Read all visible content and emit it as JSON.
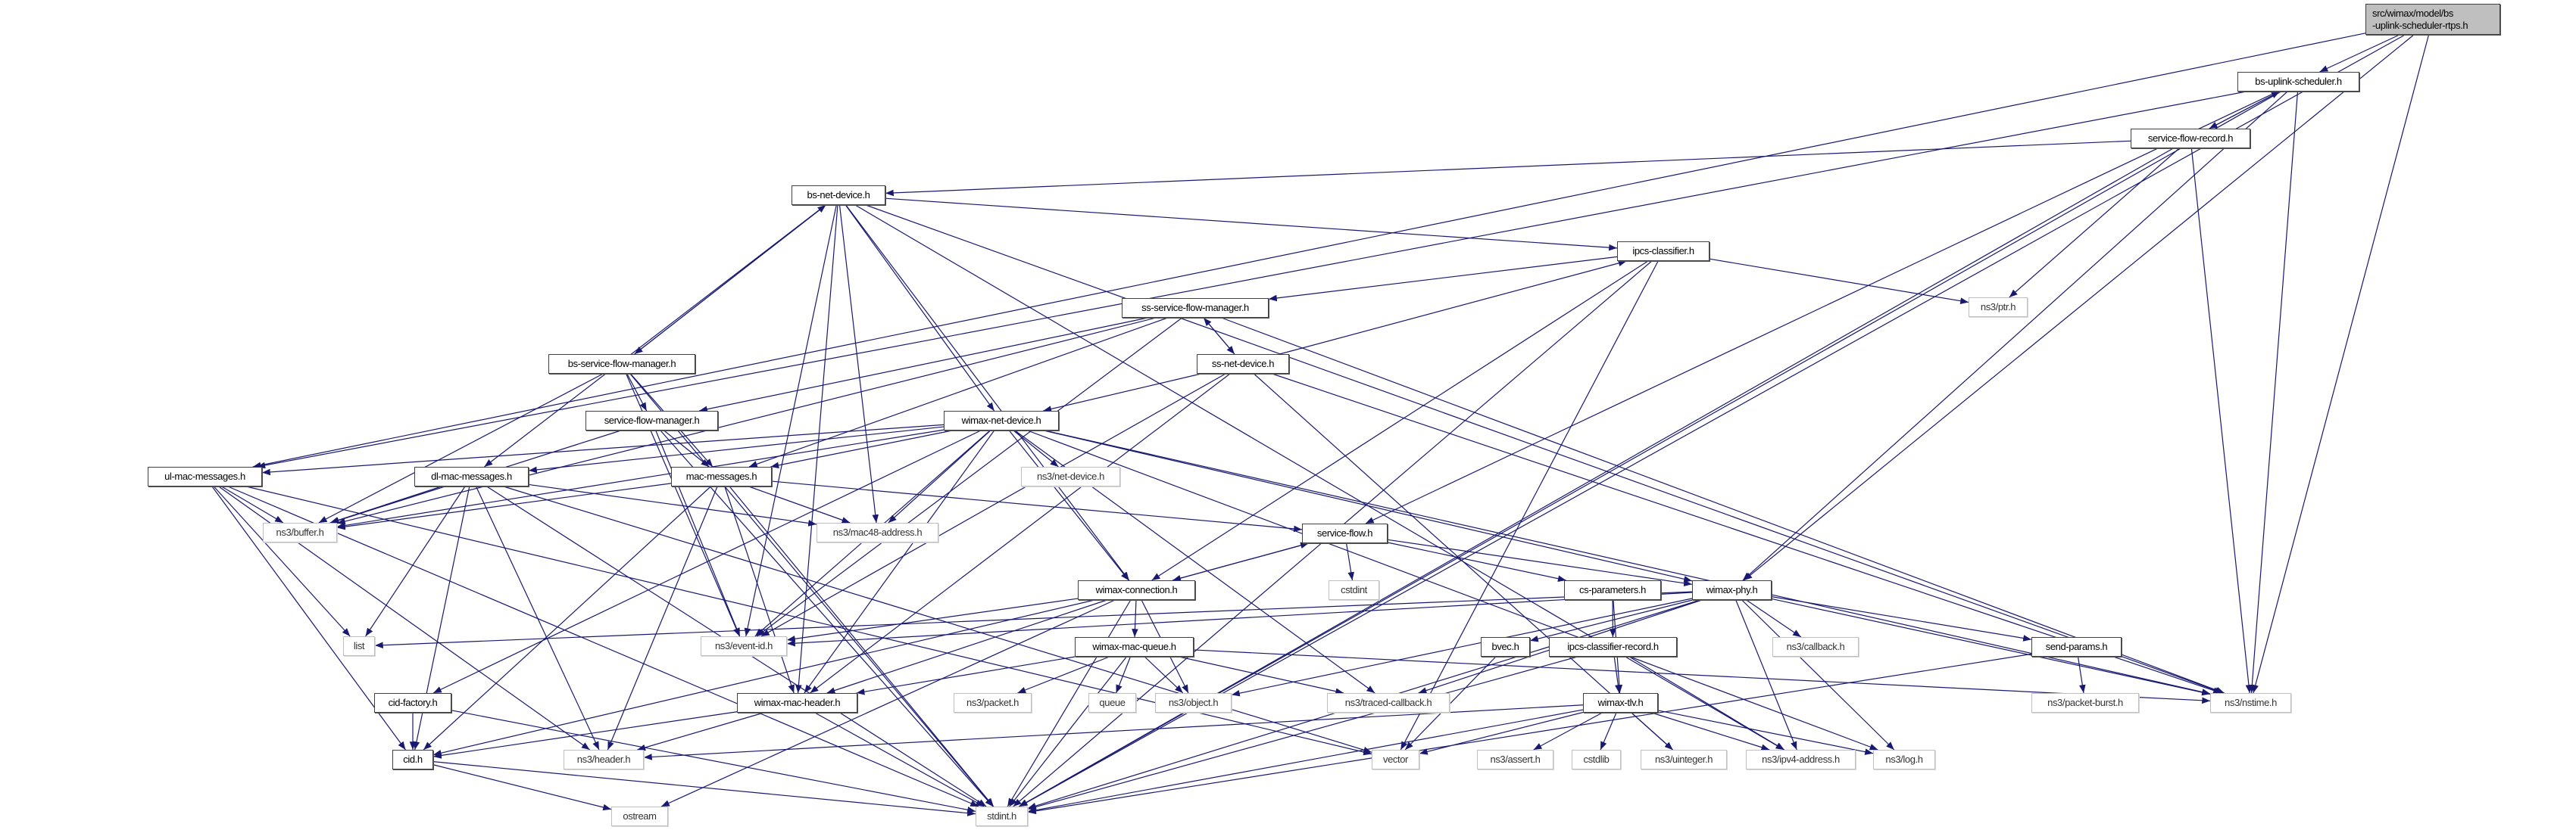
{
  "colors": {
    "edge": "#191970",
    "root_fill": "#bfbfbf",
    "external_border": "#bfbfbf",
    "internal_border": "#404040"
  },
  "root": "src/wimax/model/bs\n-uplink-scheduler-rtps.h",
  "nodes": {
    "root": {
      "label": "src/wimax/model/bs\n-uplink-scheduler-rtps.h",
      "kind": "root"
    },
    "bs_uplink_scheduler": {
      "label": "bs-uplink-scheduler.h",
      "kind": "internal"
    },
    "service_flow_record": {
      "label": "service-flow-record.h",
      "kind": "internal"
    },
    "bs_net_device": {
      "label": "bs-net-device.h",
      "kind": "internal"
    },
    "ipcs_classifier": {
      "label": "ipcs-classifier.h",
      "kind": "internal"
    },
    "ns3_ptr": {
      "label": "ns3/ptr.h",
      "kind": "external"
    },
    "ss_service_flow_manager": {
      "label": "ss-service-flow-manager.h",
      "kind": "internal"
    },
    "bs_service_flow_manager": {
      "label": "bs-service-flow-manager.h",
      "kind": "internal"
    },
    "ss_net_device": {
      "label": "ss-net-device.h",
      "kind": "internal"
    },
    "service_flow_manager": {
      "label": "service-flow-manager.h",
      "kind": "internal"
    },
    "wimax_net_device": {
      "label": "wimax-net-device.h",
      "kind": "internal"
    },
    "ul_mac_messages": {
      "label": "ul-mac-messages.h",
      "kind": "internal"
    },
    "dl_mac_messages": {
      "label": "dl-mac-messages.h",
      "kind": "internal"
    },
    "mac_messages": {
      "label": "mac-messages.h",
      "kind": "internal"
    },
    "ns3_net_device": {
      "label": "ns3/net-device.h",
      "kind": "external"
    },
    "ns3_buffer": {
      "label": "ns3/buffer.h",
      "kind": "external"
    },
    "ns3_mac48_address": {
      "label": "ns3/mac48-address.h",
      "kind": "external"
    },
    "service_flow": {
      "label": "service-flow.h",
      "kind": "internal"
    },
    "cstdint": {
      "label": "cstdint",
      "kind": "external"
    },
    "wimax_connection": {
      "label": "wimax-connection.h",
      "kind": "internal"
    },
    "cs_parameters": {
      "label": "cs-parameters.h",
      "kind": "internal"
    },
    "wimax_phy": {
      "label": "wimax-phy.h",
      "kind": "internal"
    },
    "list": {
      "label": "list",
      "kind": "external"
    },
    "ns3_event_id": {
      "label": "ns3/event-id.h",
      "kind": "external"
    },
    "bvec": {
      "label": "bvec.h",
      "kind": "internal"
    },
    "ipcs_classifier_record": {
      "label": "ipcs-classifier-record.h",
      "kind": "internal"
    },
    "ns3_callback": {
      "label": "ns3/callback.h",
      "kind": "external"
    },
    "send_params": {
      "label": "send-params.h",
      "kind": "internal"
    },
    "wimax_mac_queue": {
      "label": "wimax-mac-queue.h",
      "kind": "internal"
    },
    "cid_factory": {
      "label": "cid-factory.h",
      "kind": "internal"
    },
    "wimax_mac_header": {
      "label": "wimax-mac-header.h",
      "kind": "internal"
    },
    "ns3_packet": {
      "label": "ns3/packet.h",
      "kind": "external"
    },
    "queue": {
      "label": "queue",
      "kind": "external"
    },
    "ns3_object": {
      "label": "ns3/object.h",
      "kind": "external"
    },
    "ns3_traced_callback": {
      "label": "ns3/traced-callback.h",
      "kind": "external"
    },
    "ns3_packet_burst": {
      "label": "ns3/packet-burst.h",
      "kind": "external"
    },
    "ns3_nstime": {
      "label": "ns3/nstime.h",
      "kind": "external"
    },
    "wimax_tlv": {
      "label": "wimax-tlv.h",
      "kind": "internal"
    },
    "cid": {
      "label": "cid.h",
      "kind": "internal"
    },
    "ns3_header": {
      "label": "ns3/header.h",
      "kind": "external"
    },
    "vector": {
      "label": "vector",
      "kind": "external"
    },
    "ns3_assert": {
      "label": "ns3/assert.h",
      "kind": "external"
    },
    "cstdlib": {
      "label": "cstdlib",
      "kind": "external"
    },
    "ns3_uinteger": {
      "label": "ns3/uinteger.h",
      "kind": "external"
    },
    "ns3_ipv4_address": {
      "label": "ns3/ipv4-address.h",
      "kind": "external"
    },
    "ns3_log": {
      "label": "ns3/log.h",
      "kind": "external"
    },
    "ostream": {
      "label": "ostream",
      "kind": "external"
    },
    "stdint": {
      "label": "stdint.h",
      "kind": "external"
    }
  },
  "edges": [
    [
      "root",
      "bs_uplink_scheduler"
    ],
    [
      "root",
      "ul_mac_messages"
    ],
    [
      "root",
      "wimax_phy"
    ],
    [
      "root",
      "ns3_nstime"
    ],
    [
      "root",
      "stdint"
    ],
    [
      "bs_uplink_scheduler",
      "service_flow_record"
    ],
    [
      "bs_uplink_scheduler",
      "ul_mac_messages"
    ],
    [
      "bs_uplink_scheduler",
      "wimax_phy"
    ],
    [
      "bs_uplink_scheduler",
      "service_flow"
    ],
    [
      "bs_uplink_scheduler",
      "ns3_nstime"
    ],
    [
      "bs_uplink_scheduler",
      "stdint"
    ],
    [
      "service_flow_record",
      "bs_uplink_scheduler"
    ],
    [
      "service_flow_record",
      "bs_net_device"
    ],
    [
      "service_flow_record",
      "ns3_ptr"
    ],
    [
      "service_flow_record",
      "ns3_nstime"
    ],
    [
      "service_flow_record",
      "stdint"
    ],
    [
      "bs_net_device",
      "bs_service_flow_manager"
    ],
    [
      "bs_net_device",
      "ipcs_classifier"
    ],
    [
      "bs_net_device",
      "wimax_net_device"
    ],
    [
      "bs_net_device",
      "dl_mac_messages"
    ],
    [
      "bs_net_device",
      "ns3_mac48_address"
    ],
    [
      "bs_net_device",
      "ns3_event_id"
    ],
    [
      "bs_net_device",
      "wimax_connection"
    ],
    [
      "bs_net_device",
      "wimax_mac_header"
    ],
    [
      "bs_net_device",
      "ns3_nstime"
    ],
    [
      "bs_net_device",
      "ns3_ipv4_address"
    ],
    [
      "ipcs_classifier",
      "ss_service_flow_manager"
    ],
    [
      "ipcs_classifier",
      "ns3_ptr"
    ],
    [
      "ipcs_classifier",
      "wimax_connection"
    ],
    [
      "ipcs_classifier",
      "vector"
    ],
    [
      "ipcs_classifier",
      "stdint"
    ],
    [
      "ss_service_flow_manager",
      "ss_net_device"
    ],
    [
      "ss_service_flow_manager",
      "service_flow_manager"
    ],
    [
      "ss_service_flow_manager",
      "mac_messages"
    ],
    [
      "ss_service_flow_manager",
      "ns3_buffer"
    ],
    [
      "ss_service_flow_manager",
      "ns3_event_id"
    ],
    [
      "ss_service_flow_manager",
      "ns3_nstime"
    ],
    [
      "ss_net_device",
      "ss_service_flow_manager"
    ],
    [
      "ss_net_device",
      "ipcs_classifier"
    ],
    [
      "ss_net_device",
      "wimax_net_device"
    ],
    [
      "ss_net_device",
      "ns3_event_id"
    ],
    [
      "ss_net_device",
      "wimax_mac_header"
    ],
    [
      "ss_net_device",
      "ns3_nstime"
    ],
    [
      "ss_net_device",
      "ns3_uinteger"
    ],
    [
      "bs_service_flow_manager",
      "bs_net_device"
    ],
    [
      "bs_service_flow_manager",
      "service_flow_manager"
    ],
    [
      "bs_service_flow_manager",
      "mac_messages"
    ],
    [
      "bs_service_flow_manager",
      "ns3_buffer"
    ],
    [
      "bs_service_flow_manager",
      "ns3_event_id"
    ],
    [
      "bs_service_flow_manager",
      "stdint"
    ],
    [
      "service_flow_manager",
      "mac_messages"
    ],
    [
      "service_flow_manager",
      "ns3_buffer"
    ],
    [
      "service_flow_manager",
      "ns3_event_id"
    ],
    [
      "service_flow_manager",
      "stdint"
    ],
    [
      "wimax_net_device",
      "ul_mac_messages"
    ],
    [
      "wimax_net_device",
      "dl_mac_messages"
    ],
    [
      "wimax_net_device",
      "mac_messages"
    ],
    [
      "wimax_net_device",
      "ns3_net_device"
    ],
    [
      "wimax_net_device",
      "ns3_mac48_address"
    ],
    [
      "wimax_net_device",
      "wimax_connection"
    ],
    [
      "wimax_net_device",
      "cid_factory"
    ],
    [
      "wimax_net_device",
      "ns3_event_id"
    ],
    [
      "wimax_net_device",
      "wimax_mac_header"
    ],
    [
      "wimax_net_device",
      "ns3_traced_callback"
    ],
    [
      "wimax_net_device",
      "wimax_phy"
    ],
    [
      "wimax_net_device",
      "ns3_nstime"
    ],
    [
      "wimax_net_device",
      "ns3_log"
    ],
    [
      "wimax_net_device",
      "ns3_buffer"
    ],
    [
      "ul_mac_messages",
      "ns3_buffer"
    ],
    [
      "ul_mac_messages",
      "list"
    ],
    [
      "ul_mac_messages",
      "cid"
    ],
    [
      "ul_mac_messages",
      "ns3_header"
    ],
    [
      "ul_mac_messages",
      "stdint"
    ],
    [
      "ul_mac_messages",
      "vector"
    ],
    [
      "dl_mac_messages",
      "ns3_buffer"
    ],
    [
      "dl_mac_messages",
      "list"
    ],
    [
      "dl_mac_messages",
      "cid"
    ],
    [
      "dl_mac_messages",
      "ns3_header"
    ],
    [
      "dl_mac_messages",
      "stdint"
    ],
    [
      "dl_mac_messages",
      "ns3_mac48_address"
    ],
    [
      "dl_mac_messages",
      "vector"
    ],
    [
      "mac_messages",
      "ns3_buffer"
    ],
    [
      "mac_messages",
      "ns3_mac48_address"
    ],
    [
      "mac_messages",
      "service_flow"
    ],
    [
      "mac_messages",
      "cid"
    ],
    [
      "mac_messages",
      "ns3_header"
    ],
    [
      "mac_messages",
      "wimax_mac_header"
    ],
    [
      "mac_messages",
      "stdint"
    ],
    [
      "service_flow",
      "wimax_connection"
    ],
    [
      "service_flow",
      "cstdint"
    ],
    [
      "service_flow",
      "cs_parameters"
    ],
    [
      "service_flow",
      "wimax_phy"
    ],
    [
      "wimax_connection",
      "service_flow"
    ],
    [
      "wimax_connection",
      "wimax_mac_queue"
    ],
    [
      "wimax_connection",
      "ns3_event_id"
    ],
    [
      "wimax_connection",
      "wimax_mac_header"
    ],
    [
      "wimax_connection",
      "cid"
    ],
    [
      "wimax_connection",
      "ns3_object"
    ],
    [
      "wimax_connection",
      "ostream"
    ],
    [
      "wimax_connection",
      "stdint"
    ],
    [
      "cs_parameters",
      "ipcs_classifier_record"
    ],
    [
      "cs_parameters",
      "wimax_tlv"
    ],
    [
      "wimax_phy",
      "list"
    ],
    [
      "wimax_phy",
      "ns3_event_id"
    ],
    [
      "wimax_phy",
      "bvec"
    ],
    [
      "wimax_phy",
      "ns3_traced_callback"
    ],
    [
      "wimax_phy",
      "ns3_callback"
    ],
    [
      "wimax_phy",
      "send_params"
    ],
    [
      "wimax_phy",
      "ns3_nstime"
    ],
    [
      "wimax_phy",
      "ns3_object"
    ],
    [
      "wimax_phy",
      "ns3_log"
    ],
    [
      "wimax_phy",
      "ns3_ipv4_address"
    ],
    [
      "wimax_phy",
      "stdint"
    ],
    [
      "ipcs_classifier_record",
      "wimax_tlv"
    ],
    [
      "ipcs_classifier_record",
      "ns3_ipv4_address"
    ],
    [
      "ipcs_classifier_record",
      "stdint"
    ],
    [
      "wimax_mac_queue",
      "wimax_mac_header"
    ],
    [
      "wimax_mac_queue",
      "ns3_packet"
    ],
    [
      "wimax_mac_queue",
      "queue"
    ],
    [
      "wimax_mac_queue",
      "ns3_object"
    ],
    [
      "wimax_mac_queue",
      "ns3_traced_callback"
    ],
    [
      "wimax_mac_queue",
      "ns3_nstime"
    ],
    [
      "wimax_mac_queue",
      "stdint"
    ],
    [
      "bvec",
      "vector"
    ],
    [
      "send_params",
      "ns3_packet_burst"
    ],
    [
      "send_params",
      "stdint"
    ],
    [
      "cid_factory",
      "cid"
    ],
    [
      "cid_factory",
      "stdint"
    ],
    [
      "wimax_mac_header",
      "cid"
    ],
    [
      "wimax_mac_header",
      "ns3_header"
    ],
    [
      "wimax_mac_header",
      "stdint"
    ],
    [
      "wimax_tlv",
      "ns3_header"
    ],
    [
      "wimax_tlv",
      "vector"
    ],
    [
      "wimax_tlv",
      "ns3_assert"
    ],
    [
      "wimax_tlv",
      "cstdlib"
    ],
    [
      "wimax_tlv",
      "ns3_uinteger"
    ],
    [
      "wimax_tlv",
      "ns3_ipv4_address"
    ],
    [
      "wimax_tlv",
      "ns3_log"
    ],
    [
      "wimax_tlv",
      "stdint"
    ],
    [
      "cid",
      "ostream"
    ],
    [
      "cid",
      "stdint"
    ]
  ]
}
